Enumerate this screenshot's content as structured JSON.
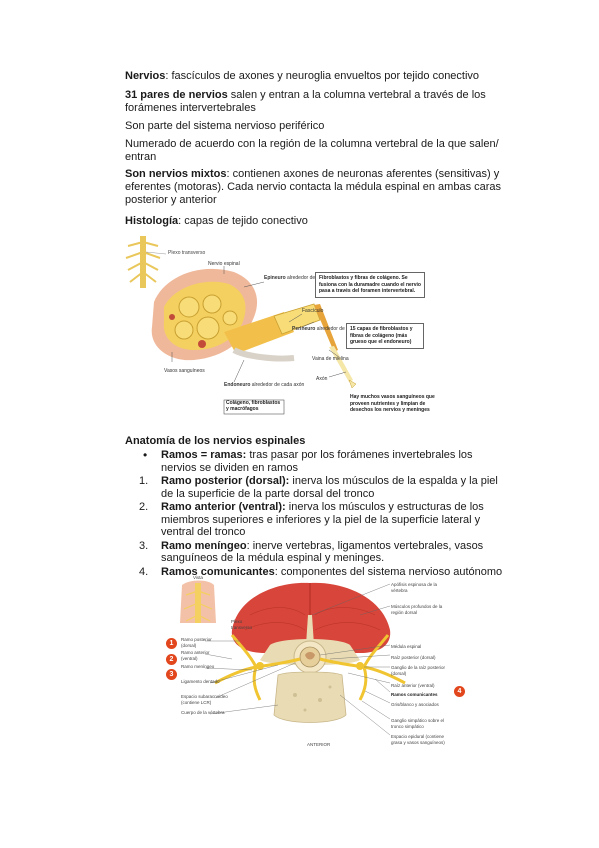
{
  "paragraphs": [
    {
      "bold": "Nervios",
      "text": ": fascículos de axones y neuroglia envueltos por tejido conectivo"
    },
    {
      "bold": "31 pares de nervios",
      "text": " salen y entran a la columna vertebral a través de los forámenes intervertebrales"
    },
    {
      "bold": "",
      "text": "Son parte del sistema nervioso periférico"
    },
    {
      "bold": "",
      "text": "Numerado de acuerdo con la región de la columna vertebral de la que salen/ entran"
    },
    {
      "bold": "Son nervios mixtos",
      "text": ": contienen axones de neuronas aferentes (sensitivas) y eferentes (motoras). Cada nervio contacta la médula espinal en ambas caras posterior y anterior"
    },
    {
      "bold": "Histología",
      "text": ": capas de tejido conectivo"
    }
  ],
  "figure1": {
    "labels": {
      "plexo": "Plexo transverso",
      "nervio_espinal": "Nervio espinal",
      "epineuro_b": "Epineuro",
      "epineuro": " alrededor de todo el nervio",
      "fasciculo": "Fascículo",
      "perineuro_b": "Perineuro",
      "perineuro": " alrededor de cada fascículo",
      "vaina": "Vaina de mielina",
      "axon": "Axón",
      "vasos": "Vasos sanguíneos",
      "endoneuro_b": "Endoneuro",
      "endoneuro": " alrededor de cada axón"
    },
    "boxes": {
      "fibroblastos": "Fibroblastos y fibras de colágeno. Se fusiona con la duramadre cuando el nervio pasa a través del foramen intervertebral.",
      "capas": "15 capas de fibroblastos y fibras de colágeno (más grueso que el endoneuro)",
      "colageno": "Colágeno, fibroblastos y macrófagos",
      "vasos_note": "Hay muchos vasos sanguíneos que proveen nutrientes y limpian de desechos los nervios y meninges"
    }
  },
  "anatomy": {
    "heading": "Anatomía de los nervios espinales",
    "bullet": {
      "marker": "•",
      "bold": "Ramos = ramas:",
      "text": " tras pasar por los forámenes invertebrales los nervios se dividen en ramos"
    },
    "items": [
      {
        "marker": "1.",
        "bold": "Ramo posterior (dorsal):",
        "text": " inerva los músculos de la espalda y la piel de la superficie de la parte dorsal del tronco"
      },
      {
        "marker": "2.",
        "bold": "Ramo anterior (ventral):",
        "text": " inerva los músculos y estructuras de los miembros superiores e inferiores y la piel de la superficie lateral y ventral del tronco"
      },
      {
        "marker": "3.",
        "bold": "Ramo meníngeo",
        "text": ": inerve vertebras, ligamentos vertebrales, vasos sanguíneos de la médula espinal y meninges."
      },
      {
        "marker": "4.",
        "bold": "Ramos comunicantes",
        "text": ": componentes del sistema nervioso autónomo"
      }
    ]
  },
  "figure2": {
    "left_labels": {
      "vista": "Vista",
      "plexo": "Plexo transverso",
      "r1": "Ramo posterior (dorsal)",
      "r2": "Ramo anterior (ventral)",
      "r3": "Ramo meníngeo",
      "lig": "Ligamento dentado",
      "esp": "Espacio subaracnoideo (contiene LCR)",
      "cuerpo": "Cuerpo de la vértebra"
    },
    "right_labels": {
      "apofisis": "Apófisis espinosa de la vértebra",
      "musculos": "Músculos profundos de la región dorsal",
      "medula": "Médula espinal",
      "raiz_post": "Raíz posterior (dorsal)",
      "ganglio": "Ganglio de la raíz posterior (dorsal)",
      "raiz_ant": "Raíz anterior (ventral)",
      "ramos_com": "Ramos comunicantes",
      "gris": "Gris/blanco y asociados",
      "ganglio_simp": "Ganglio simpático sobre el tronco simpático",
      "esp_epi": "Espacio epidural (contiene grasa y vasos sanguíneos)"
    },
    "bottom": "ANTERIOR",
    "badges": [
      "1",
      "2",
      "3",
      "4"
    ],
    "badge_color": "#e2461c"
  }
}
